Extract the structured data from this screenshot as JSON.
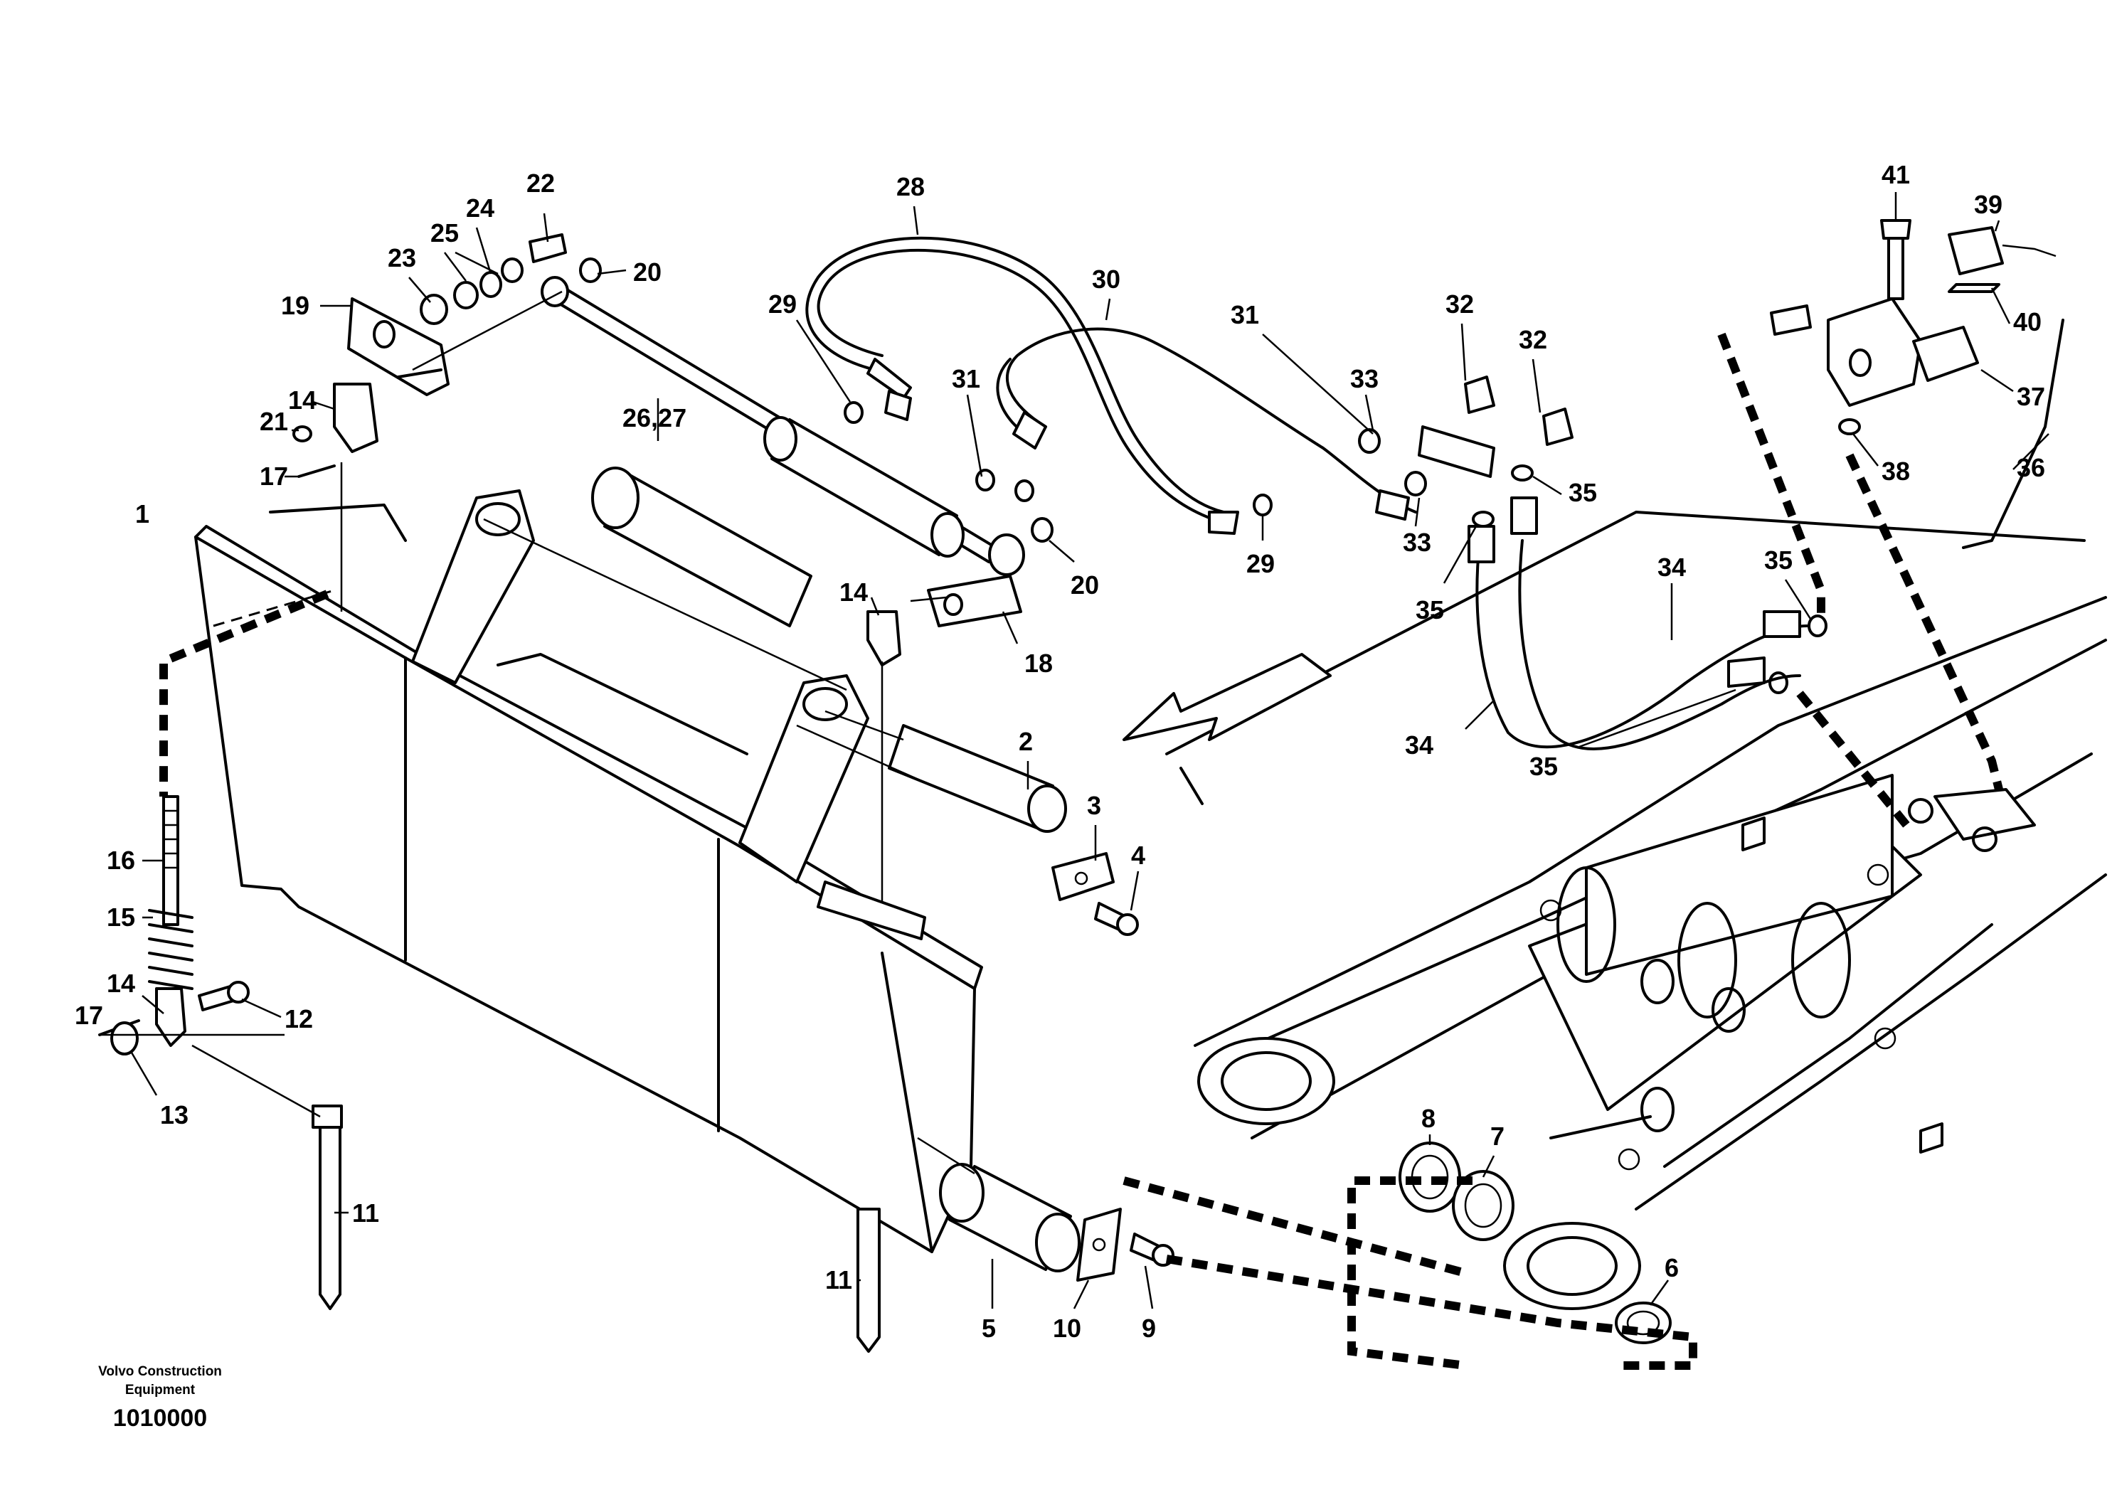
{
  "footer": {
    "manufacturer_line1": "Volvo Construction",
    "manufacturer_line2": "Equipment",
    "figure_number": "1010000"
  },
  "callouts": [
    {
      "label": "1"
    },
    {
      "label": "2"
    },
    {
      "label": "3"
    },
    {
      "label": "4"
    },
    {
      "label": "5"
    },
    {
      "label": "6"
    },
    {
      "label": "7"
    },
    {
      "label": "8"
    },
    {
      "label": "9"
    },
    {
      "label": "10"
    },
    {
      "label": "11"
    },
    {
      "label": "11"
    },
    {
      "label": "12"
    },
    {
      "label": "13"
    },
    {
      "label": "14"
    },
    {
      "label": "14"
    },
    {
      "label": "14"
    },
    {
      "label": "15"
    },
    {
      "label": "16"
    },
    {
      "label": "17"
    },
    {
      "label": "17"
    },
    {
      "label": "18"
    },
    {
      "label": "19"
    },
    {
      "label": "20"
    },
    {
      "label": "20"
    },
    {
      "label": "21"
    },
    {
      "label": "22"
    },
    {
      "label": "23"
    },
    {
      "label": "24"
    },
    {
      "label": "25"
    },
    {
      "label": "26,27"
    },
    {
      "label": "28"
    },
    {
      "label": "29"
    },
    {
      "label": "29"
    },
    {
      "label": "30"
    },
    {
      "label": "31"
    },
    {
      "label": "31"
    },
    {
      "label": "32"
    },
    {
      "label": "32"
    },
    {
      "label": "33"
    },
    {
      "label": "33"
    },
    {
      "label": "34"
    },
    {
      "label": "34"
    },
    {
      "label": "35"
    },
    {
      "label": "35"
    },
    {
      "label": "35"
    },
    {
      "label": "35"
    },
    {
      "label": "36"
    },
    {
      "label": "37"
    },
    {
      "label": "38"
    },
    {
      "label": "39"
    },
    {
      "label": "40"
    },
    {
      "label": "41"
    }
  ]
}
